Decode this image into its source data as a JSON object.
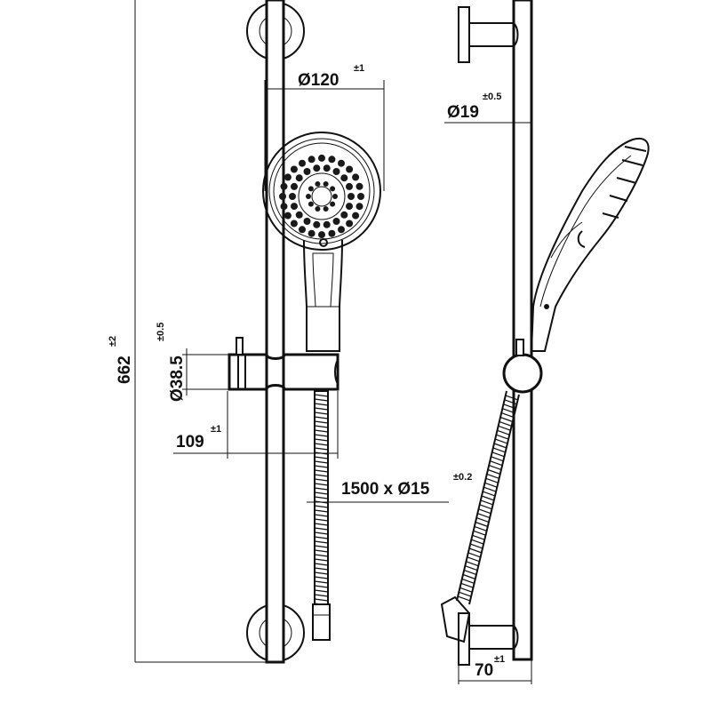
{
  "dimensions": {
    "head_diameter": {
      "value": "Ø120",
      "tolerance": "±1"
    },
    "rail_diameter": {
      "value": "Ø19",
      "tolerance": "±0.5"
    },
    "overall_height": {
      "value": "662",
      "tolerance": "±2"
    },
    "slider_diameter": {
      "value": "Ø38.5",
      "tolerance": "±0.5"
    },
    "slider_offset": {
      "value": "109",
      "tolerance": "±1"
    },
    "hose": {
      "value": "1500 x Ø15",
      "tolerance": "±0.2"
    },
    "wall_projection": {
      "value": "70",
      "tolerance": "±1"
    }
  },
  "colors": {
    "line": "#111111",
    "background": "#ffffff",
    "nozzle": "#1a1a1a"
  }
}
